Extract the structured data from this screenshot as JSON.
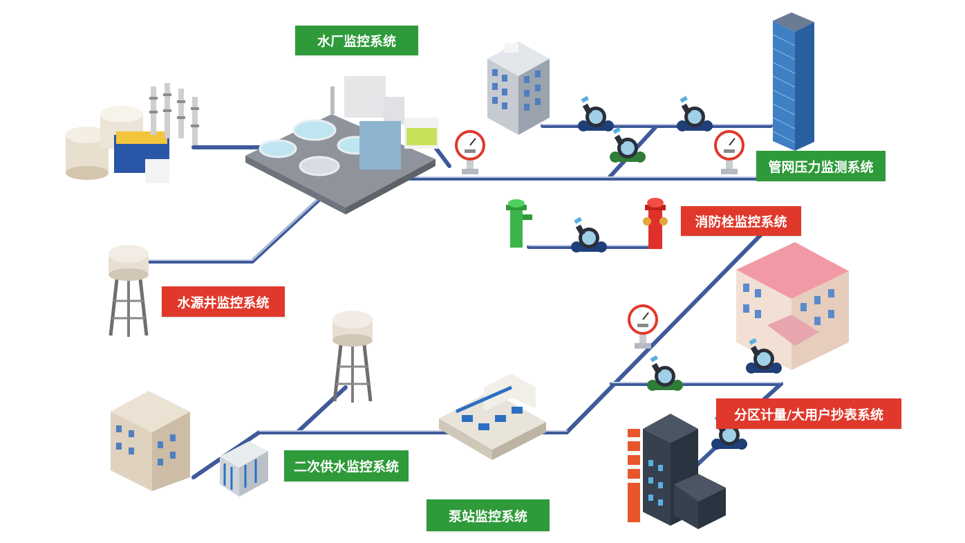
{
  "labels": {
    "water_plant": "水厂监控系统",
    "pipe_pressure": "管网压力监测系统",
    "hydrant": "消防栓监控系统",
    "water_source_well": "水源井监控系统",
    "secondary_supply": "二次供水监控系统",
    "pump_station": "泵站监控系统",
    "zone_metering": "分区计量/大用户抄表系统"
  },
  "colors": {
    "green_label": "#2e9a3a",
    "red_label": "#e0382b",
    "pipe": "#3f5a9a"
  }
}
